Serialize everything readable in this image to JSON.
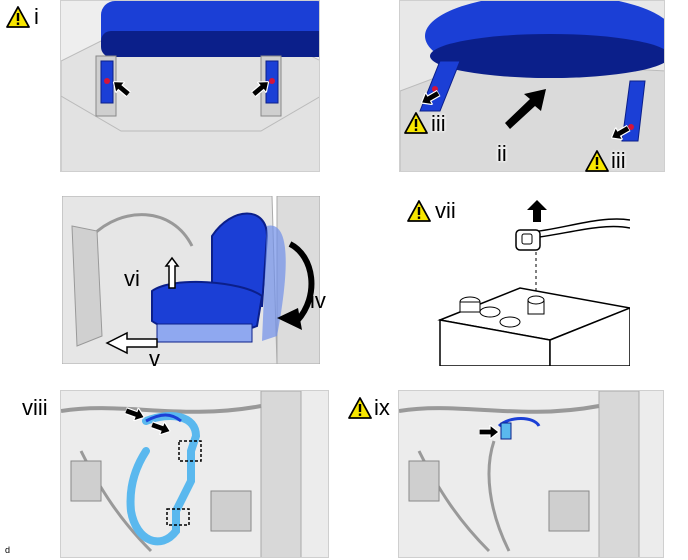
{
  "steps": {
    "i": "i",
    "ii": "ii",
    "iii": "iii",
    "iv": "iv",
    "v": "v",
    "vi": "vi",
    "vii": "vii",
    "viii": "viii",
    "ix": "ix"
  },
  "corner_label": "d",
  "icons": {
    "warning": "warning-triangle-icon",
    "arrow": "pointer-arrow-icon"
  },
  "colors": {
    "seat_blue": "#1b3fd6",
    "seat_dark": "#0b1f8a",
    "harness_cyan": "#5ab8ee",
    "warning_yellow": "#f7e600",
    "bolt_red": "#d4143a"
  }
}
